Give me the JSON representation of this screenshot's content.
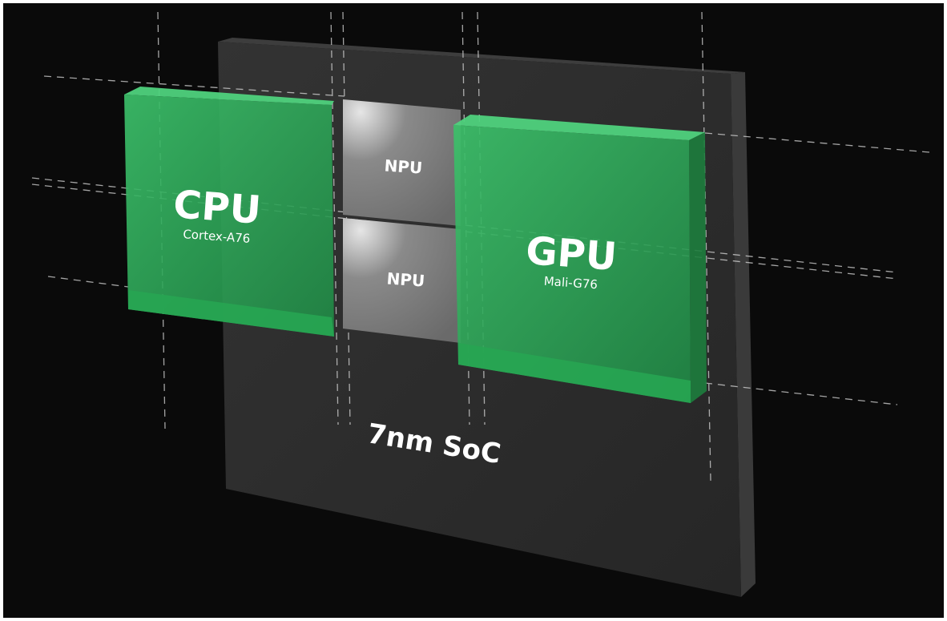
{
  "soc_label": "7nm SoC",
  "cpu": {
    "title": "CPU",
    "subtitle": "Cortex-A76"
  },
  "gpu": {
    "title": "GPU",
    "subtitle": "Mali-G76"
  },
  "npu_blocks": [
    {
      "label": "NPU"
    },
    {
      "label": "NPU"
    }
  ],
  "colors": {
    "background": "#0a0a0a",
    "soc_die": "#2b2b2b",
    "chip_green": "#2ea85a",
    "npu_gray": "#7a7a7a"
  }
}
